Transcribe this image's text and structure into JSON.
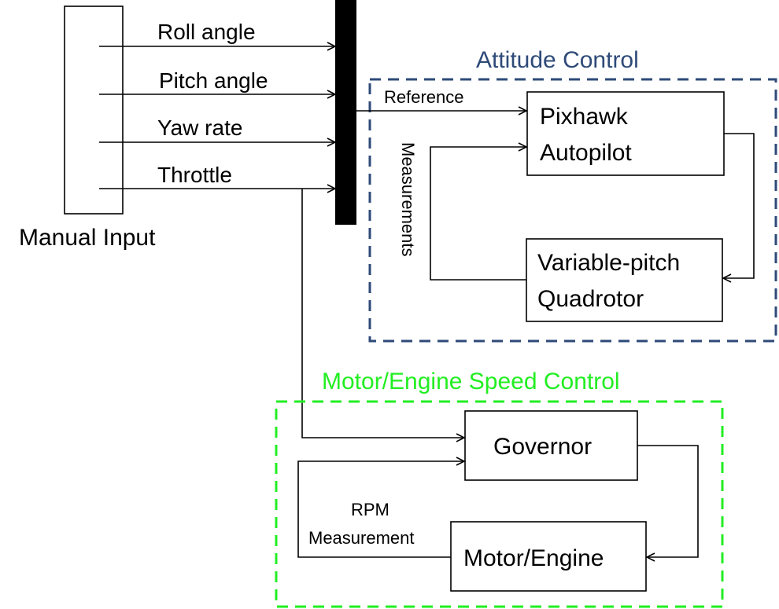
{
  "colors": {
    "attitude_group": "#2e4a78",
    "speed_group": "#22ee22",
    "bus": "#000000",
    "line": "#000000"
  },
  "manual_input": {
    "label": "Manual Input",
    "signals": [
      "Roll angle",
      "Pitch angle",
      "Yaw rate",
      "Throttle"
    ]
  },
  "attitude_control": {
    "title": "Attitude Control",
    "reference_label": "Reference",
    "measurements_label": "Measurements",
    "autopilot": {
      "line1": "Pixhawk",
      "line2": "Autopilot"
    },
    "plant": {
      "line1": "Variable-pitch",
      "line2": "Quadrotor"
    }
  },
  "speed_control": {
    "title": "Motor/Engine Speed Control",
    "governor": "Governor",
    "motor": "Motor/Engine",
    "rpm_label": {
      "line1": "RPM",
      "line2": "Measurement"
    }
  }
}
